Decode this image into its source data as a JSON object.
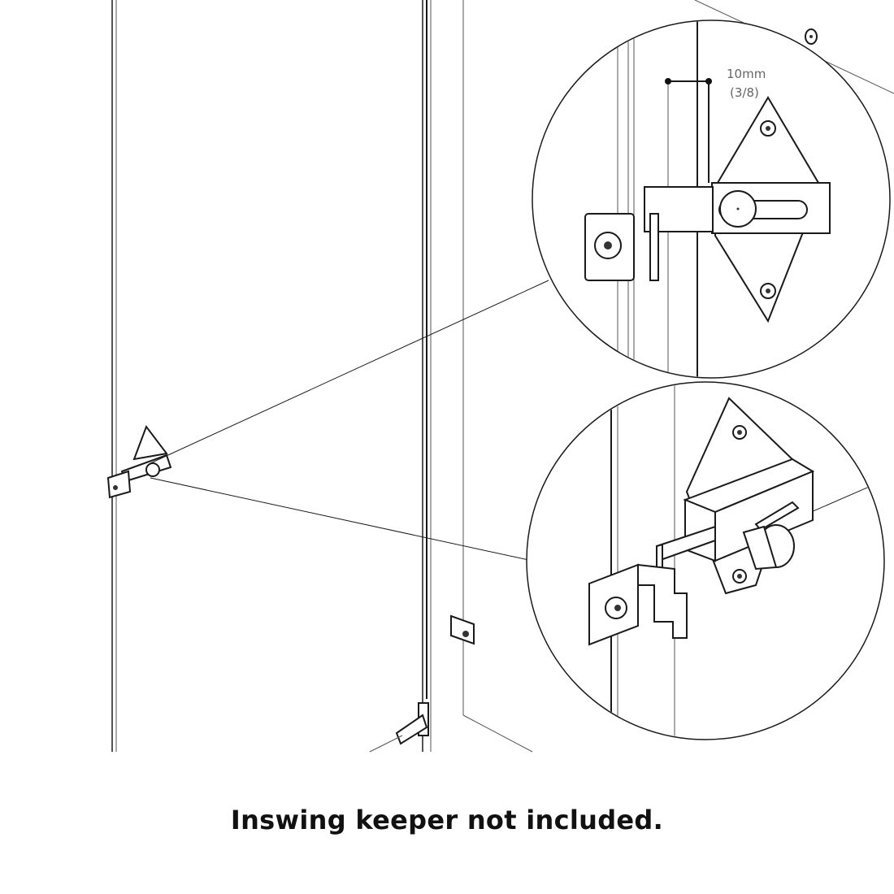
{
  "diagram": {
    "subject": "Door latch installation on partition door",
    "dimension": {
      "metric": "10mm",
      "imperial": "(3/8)"
    },
    "callouts": [
      {
        "name": "front-view-detail",
        "description": "Latch front view showing 10mm (3/8) gap"
      },
      {
        "name": "isometric-detail",
        "description": "Latch isometric view with slide bolt and knob"
      }
    ]
  },
  "caption": "Inswing keeper not included."
}
